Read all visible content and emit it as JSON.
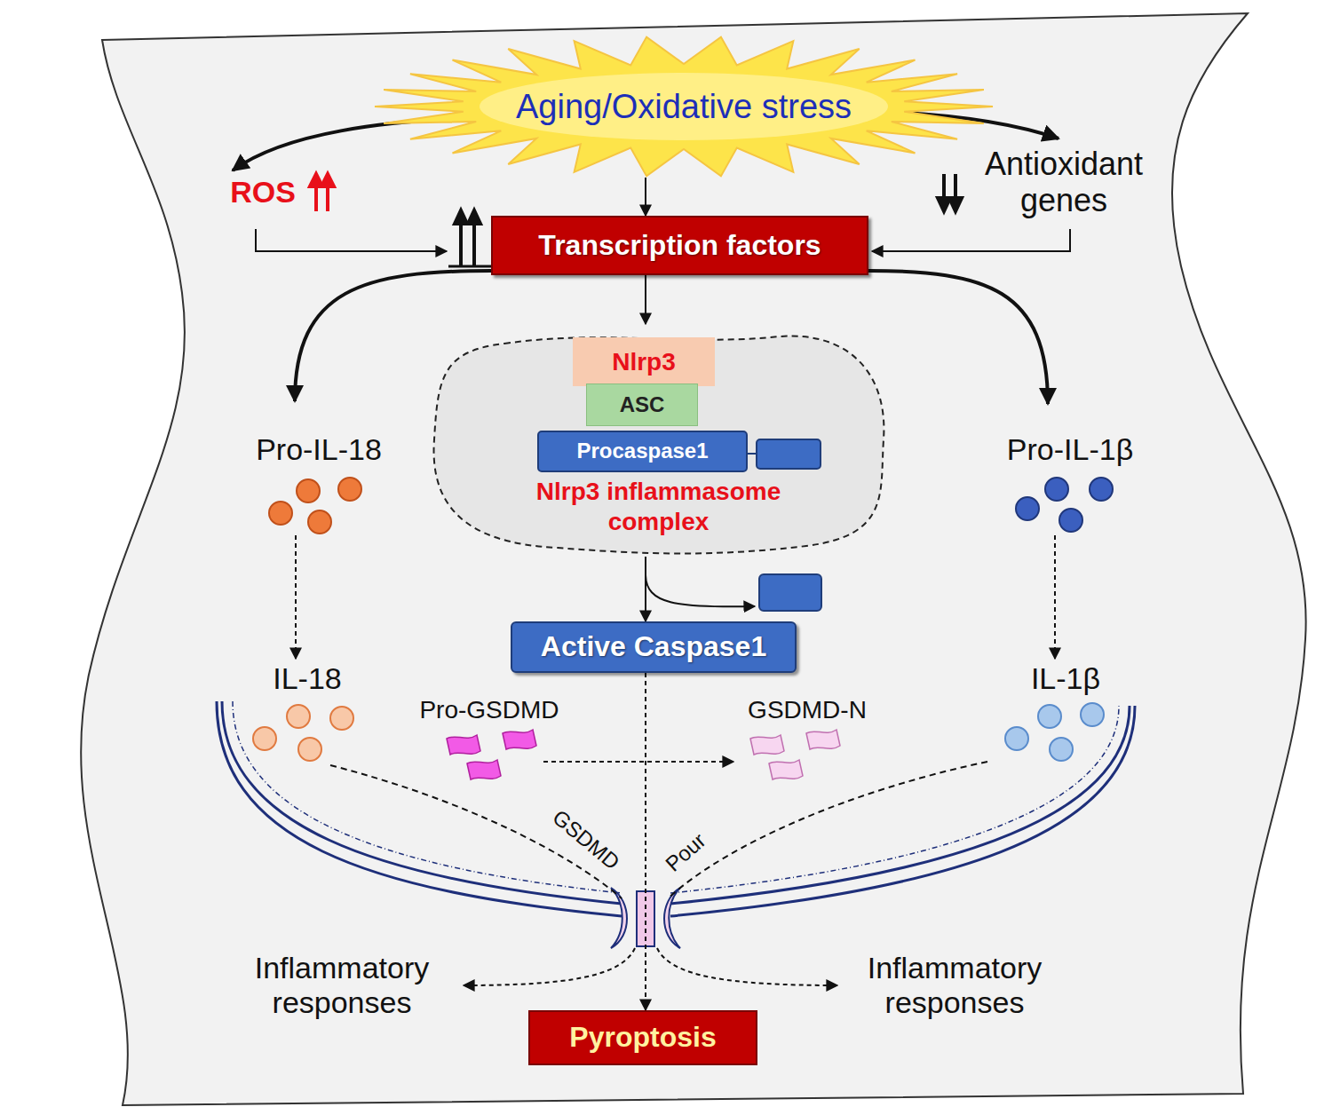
{
  "diagram": {
    "nodes": [
      {
        "text": [
          "Aging/Oxidative stress"
        ]
      },
      {
        "text": [
          "Transcription factors"
        ]
      },
      {
        "text": [
          "Nlrp3 inflammasome complex"
        ]
      },
      {
        "text": [
          "Nlrp3"
        ],
        "in": 2
      },
      {
        "text": [
          "ASC"
        ],
        "in": 2
      },
      {
        "text": [
          "Procaspase1"
        ],
        "in": 2
      },
      {
        "text": [
          "Active Caspase1"
        ]
      },
      {
        "text": [
          "Pyroptosis"
        ]
      }
    ],
    "edges": [
      {
        "from": 0,
        "to": 1,
        "arrow": "to"
      },
      {
        "from": 1,
        "to": 2,
        "arrow": "to"
      },
      {
        "from": 2,
        "to": 6,
        "arrow": "to"
      },
      {
        "from": 6,
        "to": 7,
        "arrow": "to"
      }
    ],
    "labels": [
      "ROS",
      "Antioxidant genes",
      "Pro-IL-18",
      "Pro-IL-1β",
      "IL-18",
      "IL-1β",
      "Pro-GSDMD",
      "GSDMD-N",
      "GSDMD",
      "Pour",
      "Inflammatory responses",
      "Inflammatory responses"
    ]
  }
}
